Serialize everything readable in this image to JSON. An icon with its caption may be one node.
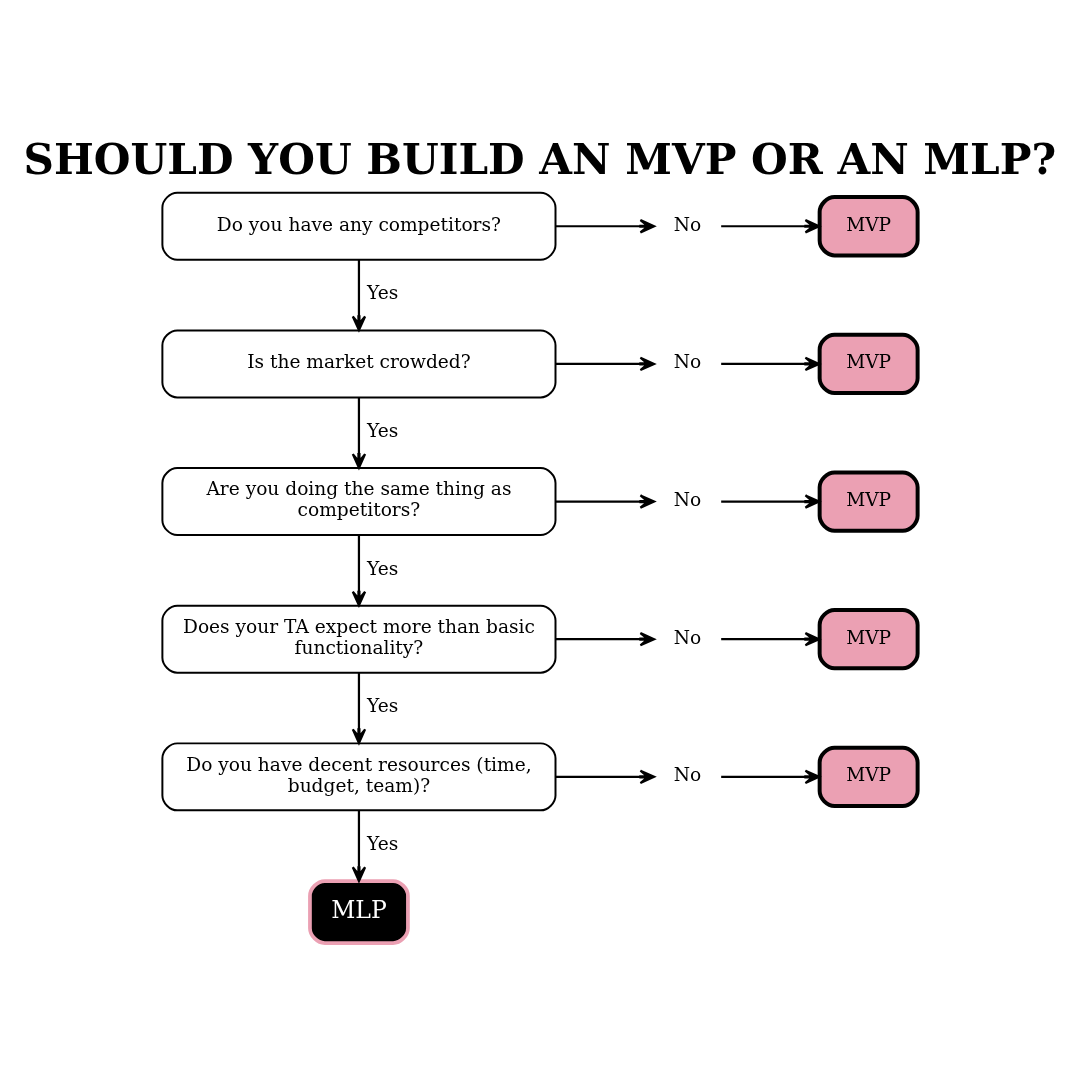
{
  "diagram": {
    "title": "SHOULD YOU BUILD AN MVP OR AN MLP?",
    "nodes": [
      {
        "text": [
          "Do you have any competitors?"
        ]
      },
      {
        "text": [
          "No"
        ]
      },
      {
        "text": [
          "MVP"
        ]
      },
      {
        "text": [
          "Is the market crowded?"
        ]
      },
      {
        "text": [
          "No"
        ]
      },
      {
        "text": [
          "MVP"
        ]
      },
      {
        "text": [
          "Are you doing the same thing as competitors?"
        ]
      },
      {
        "text": [
          "No"
        ]
      },
      {
        "text": [
          "MVP"
        ]
      },
      {
        "text": [
          "Does your TA expect more than basic functionality?"
        ]
      },
      {
        "text": [
          "No"
        ]
      },
      {
        "text": [
          "MVP"
        ]
      },
      {
        "text": [
          "Do you have decent resources (time, budget, team)?"
        ]
      },
      {
        "text": [
          "No"
        ]
      },
      {
        "text": [
          "MVP"
        ]
      },
      {
        "text": [
          "MLP"
        ]
      }
    ],
    "edges": [
      {
        "from": 0,
        "to": 1,
        "arrow": "to"
      },
      {
        "from": 1,
        "to": 2,
        "arrow": "to"
      },
      {
        "from": 0,
        "to": 3,
        "arrow": "to",
        "label": "Yes"
      },
      {
        "from": 3,
        "to": 4,
        "arrow": "to"
      },
      {
        "from": 4,
        "to": 5,
        "arrow": "to"
      },
      {
        "from": 3,
        "to": 6,
        "arrow": "to",
        "label": "Yes"
      },
      {
        "from": 6,
        "to": 7,
        "arrow": "to"
      },
      {
        "from": 7,
        "to": 8,
        "arrow": "to"
      },
      {
        "from": 6,
        "to": 9,
        "arrow": "to",
        "label": "Yes"
      },
      {
        "from": 9,
        "to": 10,
        "arrow": "to"
      },
      {
        "from": 10,
        "to": 11,
        "arrow": "to"
      },
      {
        "from": 9,
        "to": 12,
        "arrow": "to",
        "label": "Yes"
      },
      {
        "from": 12,
        "to": 13,
        "arrow": "to"
      },
      {
        "from": 13,
        "to": 14,
        "arrow": "to"
      },
      {
        "from": 12,
        "to": 15,
        "arrow": "to",
        "label": "Yes"
      }
    ]
  }
}
